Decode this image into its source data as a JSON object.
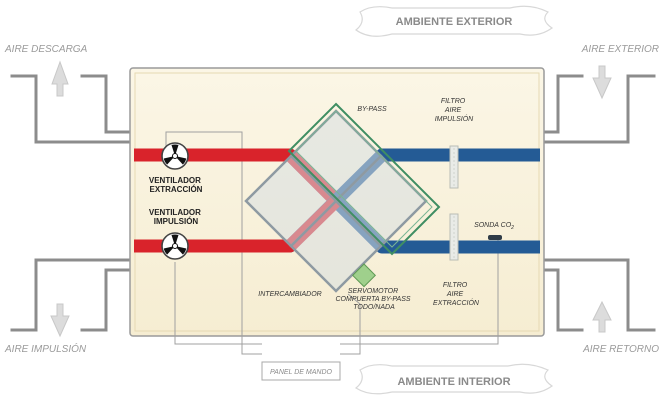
{
  "zones": {
    "exterior": "AMBIENTE EXTERIOR",
    "interior": "AMBIENTE INTERIOR"
  },
  "ports": {
    "discharge": "AIRE DESCARGA",
    "outdoor": "AIRE EXTERIOR",
    "supply": "AIRE IMPULSIÓN",
    "return": "AIRE RETORNO"
  },
  "components": {
    "bypass": "BY-PASS",
    "supply_filter": [
      "FILTRO",
      "AIRE",
      "IMPULSIÓN"
    ],
    "extract_fan": [
      "VENTILADOR",
      "EXTRACCIÓN"
    ],
    "supply_fan": [
      "VENTILADOR",
      "IMPULSIÓN"
    ],
    "co2_sensor": "SONDA CO",
    "co2_subscript": "2",
    "exchanger": "INTERCAMBIADOR",
    "servomotor": [
      "SERVOMOTOR",
      "COMPUERTA BY-PASS",
      "TODO/NADA"
    ],
    "extract_filter": [
      "FILTRO",
      "AIRE",
      "EXTRACCIÓN"
    ],
    "control_panel": "PANEL DE MANDO"
  },
  "colors": {
    "warm_air": "#d9232b",
    "cool_air": "#245b95",
    "exchanger_bypass": "#3f8e63",
    "servomotor": "#9fd08c",
    "unit_fill": "#faf3df",
    "duct": "#8c8c8c"
  }
}
